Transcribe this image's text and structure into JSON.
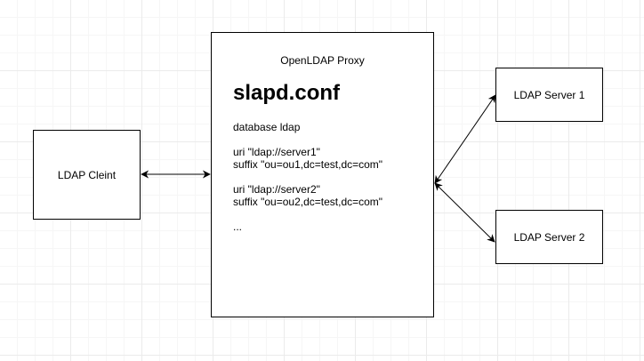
{
  "client": {
    "label": "LDAP Cleint"
  },
  "proxy": {
    "title": "OpenLDAP Proxy",
    "config_heading": "slapd.conf",
    "config_lines": [
      "database ldap",
      "",
      "uri \"ldap://server1\"",
      "suffix \"ou=ou1,dc=test,dc=com\"",
      "",
      "uri \"ldap://server2\"",
      "suffix \"ou=ou2,dc=test,dc=com\"",
      "",
      "..."
    ]
  },
  "servers": [
    {
      "label": "LDAP Server 1"
    },
    {
      "label": "LDAP Server 2"
    }
  ],
  "connections": [
    {
      "from": "LDAP Cleint",
      "to": "OpenLDAP Proxy",
      "arrows": "both"
    },
    {
      "from": "OpenLDAP Proxy",
      "to": "LDAP Server 1",
      "arrows": "both"
    },
    {
      "from": "OpenLDAP Proxy",
      "to": "LDAP Server 2",
      "arrows": "both"
    }
  ],
  "colors": {
    "stroke": "#000000",
    "fill": "#ffffff",
    "grid": "#ebebeb"
  }
}
